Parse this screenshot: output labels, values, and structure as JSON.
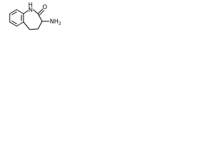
{
  "structure": {
    "atoms": {
      "ring_nitrogen": {
        "symbol": "N",
        "hydrogen": "H"
      },
      "carbonyl_oxygen": {
        "symbol": "O"
      },
      "amino_group": {
        "text": "NH2",
        "base": "NH",
        "subscript": "2"
      }
    },
    "colors": {
      "bond": "#000000",
      "text": "#000000",
      "background": "#ffffff"
    }
  }
}
